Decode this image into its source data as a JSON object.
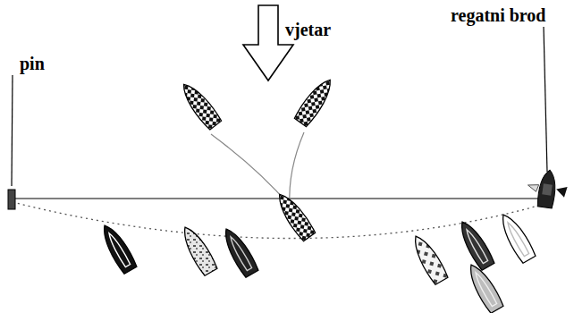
{
  "diagram": {
    "labels": [
      "vjetar",
      "pin",
      "regatni brod"
    ]
  }
}
